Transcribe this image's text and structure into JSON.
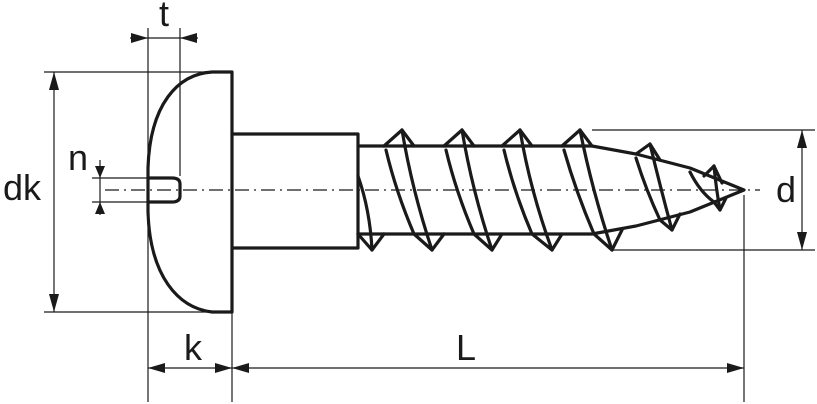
{
  "labels": {
    "t": "t",
    "n": "n",
    "dk": "dk",
    "k": "k",
    "L": "L",
    "d": "d"
  }
}
